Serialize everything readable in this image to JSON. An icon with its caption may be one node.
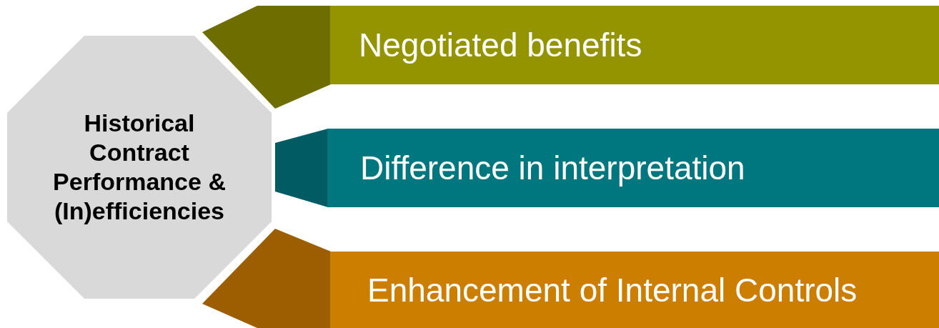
{
  "diagram": {
    "nodes": [
      {
        "text": [
          "Historical Contract Performance & (In)efficiencies"
        ]
      },
      {
        "text": [
          "Negotiated benefits"
        ]
      },
      {
        "text": [
          "Difference in interpretation"
        ]
      },
      {
        "text": [
          "Enhancement of Internal Controls"
        ]
      }
    ],
    "edges": [
      {
        "from": 1,
        "to": 0,
        "arrow": "to",
        "color": "#6e6e00"
      },
      {
        "from": 2,
        "to": 0,
        "arrow": "none",
        "color": "#005c62"
      },
      {
        "from": 3,
        "to": 0,
        "arrow": "to",
        "color": "#9c5e00"
      }
    ]
  }
}
